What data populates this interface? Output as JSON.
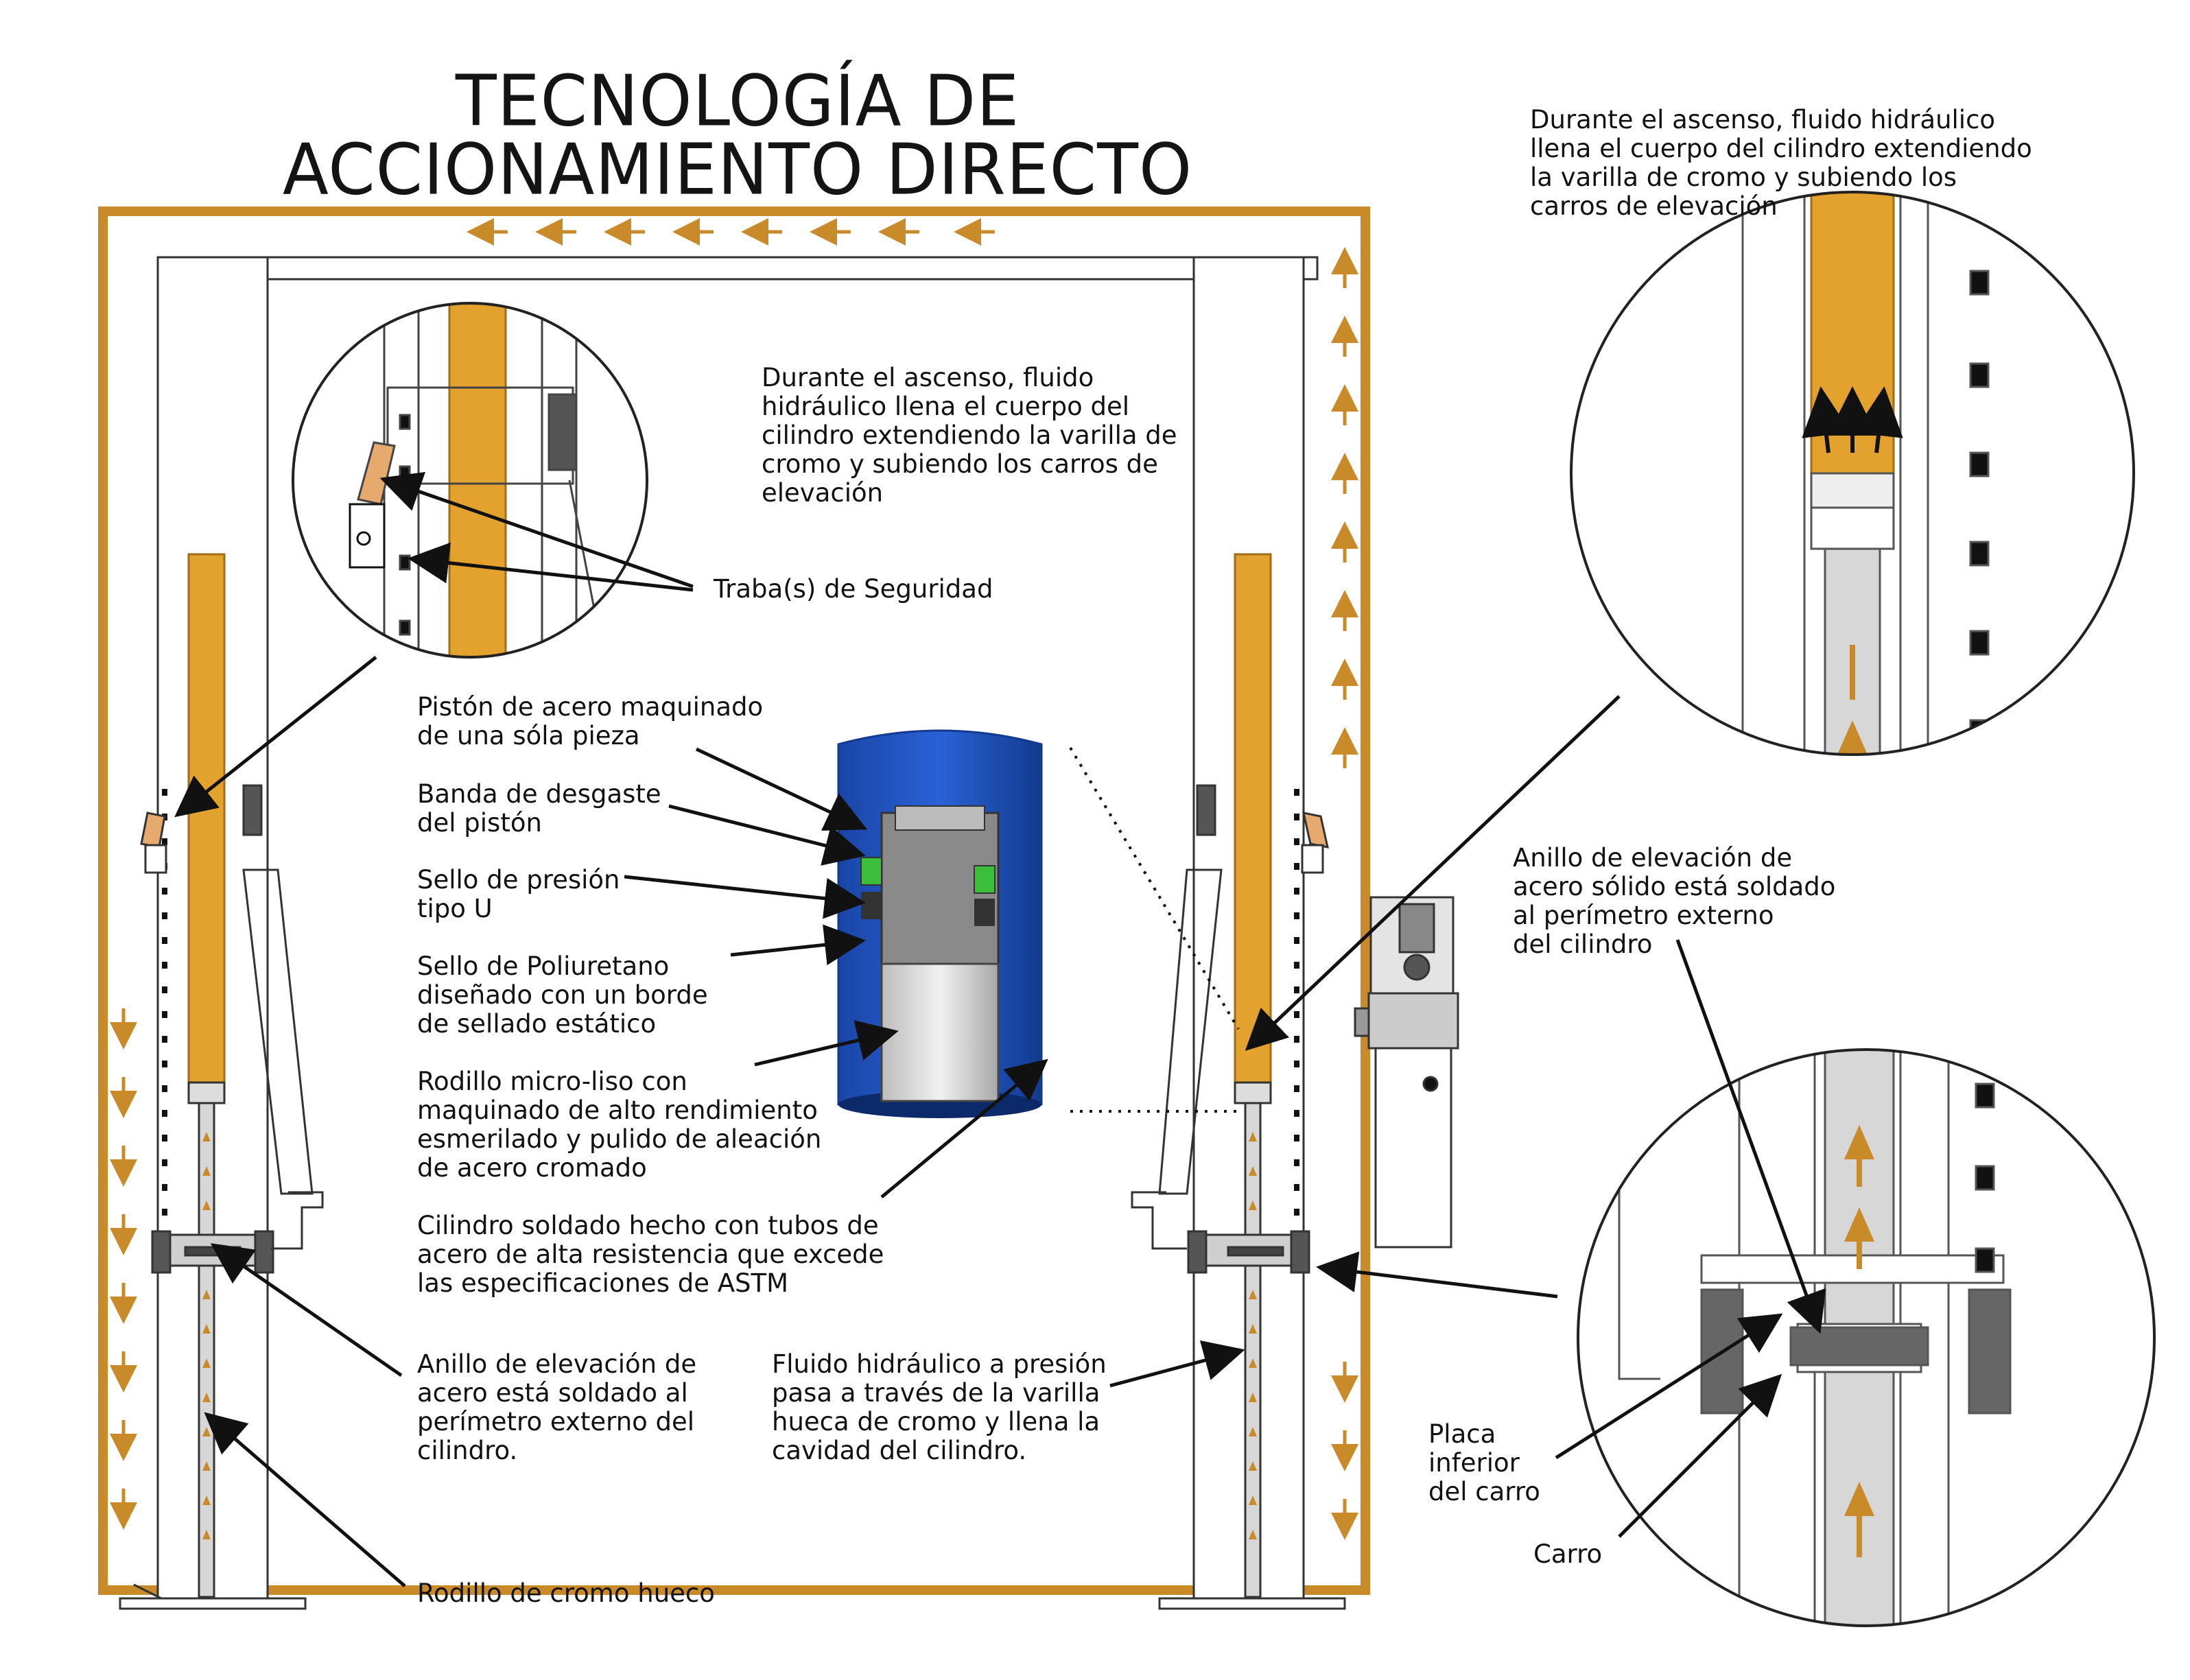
{
  "title": {
    "line1": "TECNOLOGÍA DE",
    "line2": "ACCIONAMIENTO DIRECTO"
  },
  "colors": {
    "fluid": "#e3a22e",
    "frame": "#c98a2a",
    "cylinder_blue": "#1c4fb3",
    "line": "#222222",
    "rod": "#d7d7d7"
  },
  "labels": {
    "ascent_top_right": [
      "Durante el ascenso, fluido hidráulico",
      "llena el cuerpo del cilindro extendiendo",
      "la varilla de cromo y subiendo los",
      "carros de elevación"
    ],
    "ascent_center": [
      "Durante el ascenso, fluido",
      "hidráulico llena el cuerpo del",
      "cilindro extendiendo la varilla de",
      "cromo y subiendo los carros de",
      "elevación"
    ],
    "safety_locks": [
      "Traba(s) de Seguridad"
    ],
    "piston": [
      "Pistón de acero maquinado",
      "de una sóla pieza"
    ],
    "wear_band": [
      "Banda de desgaste",
      "del pistón"
    ],
    "u_seal": [
      "Sello de presión",
      "tipo U"
    ],
    "poly_seal": [
      "Sello de Poliuretano",
      "diseñado con un borde",
      "de sellado estático"
    ],
    "rod": [
      "Rodillo micro-liso con",
      "maquinado de alto rendimiento",
      "esmerilado y pulido de aleación",
      "de acero cromado"
    ],
    "welded_cyl": [
      "Cilindro soldado hecho con tubos de",
      "acero de alta resistencia que excede",
      "las especificaciones de ASTM"
    ],
    "lift_ring_left": [
      "Anillo de elevación de",
      "acero está soldado al",
      "perímetro externo del",
      "cilindro."
    ],
    "pressure_fluid": [
      "Fluido hidráulico a presión",
      "pasa a través de la varilla",
      "hueca de cromo y llena la",
      "cavidad del cilindro."
    ],
    "hollow_rod": [
      "Rodillo de cromo hueco"
    ],
    "lift_ring_right": [
      "Anillo de elevación de",
      "acero sólido está soldado",
      "al perímetro externo",
      "del cilindro"
    ],
    "plate": [
      "Placa",
      "inferior",
      "del carro"
    ],
    "carriage": [
      "Carro"
    ]
  }
}
